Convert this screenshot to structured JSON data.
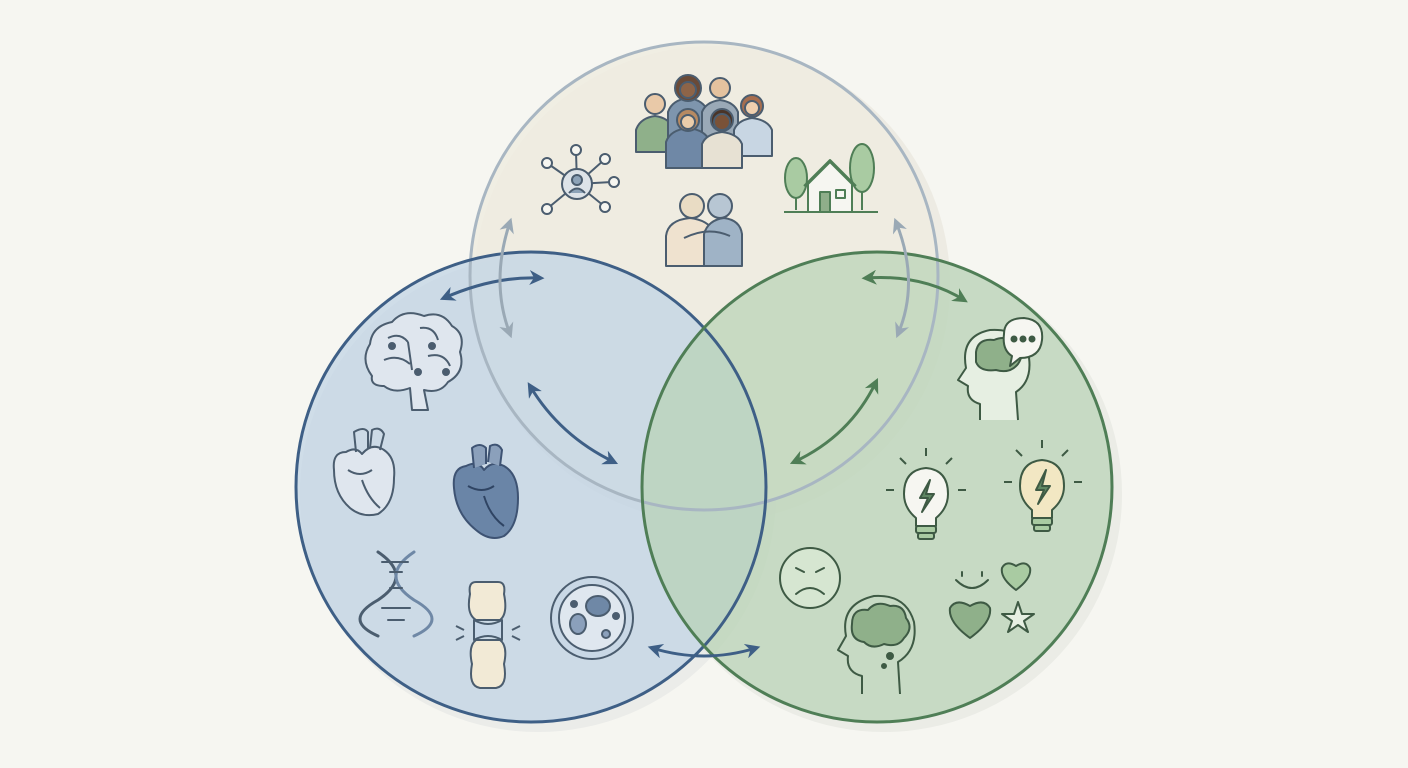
{
  "diagram": {
    "type": "three-circle-venn",
    "colors": {
      "background": "#f6f6f1",
      "social_fill": "#efece1",
      "social_stroke": "#9fb0bd",
      "bio_fill": "#c9d8e6",
      "bio_stroke": "#3e5f86",
      "psych_fill": "#c5d9c1",
      "psych_stroke": "#4f7e56",
      "icon_blue": "#5a7594",
      "icon_green": "#5f8763",
      "arrow_gray": "#9aa9b5"
    },
    "circles": [
      {
        "id": "social",
        "icons": [
          "community-people-icon",
          "social-network-icon",
          "house-trees-icon",
          "supportive-embrace-icon"
        ]
      },
      {
        "id": "biological",
        "icons": [
          "brain-circuit-icon",
          "heart-outline-icon",
          "heart-filled-icon",
          "dna-icon",
          "joint-bone-icon",
          "cell-icon"
        ]
      },
      {
        "id": "psychological",
        "icons": [
          "head-speech-bubble-icon",
          "lightbulb-idea-icon",
          "lightbulb-bolt-icon",
          "sad-face-icon",
          "head-thought-icon",
          "smile-heart-star-icon"
        ]
      }
    ],
    "connections": [
      {
        "id": "arrow-bio-social-left",
        "color": "bio"
      },
      {
        "id": "arrow-social-vertical-left",
        "color": "gray"
      },
      {
        "id": "arrow-bio-center",
        "color": "bio"
      },
      {
        "id": "arrow-social-psych-right",
        "color": "psych"
      },
      {
        "id": "arrow-social-vertical-right",
        "color": "gray"
      },
      {
        "id": "arrow-psych-center",
        "color": "psych"
      },
      {
        "id": "arrow-bio-psych-bottom",
        "color": "bio"
      }
    ]
  }
}
